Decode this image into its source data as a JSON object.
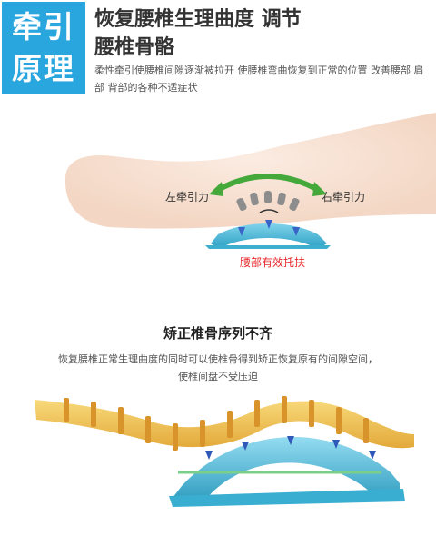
{
  "badge": {
    "line1": "牵引",
    "line2": "原理"
  },
  "header": {
    "title_line1": "恢复腰椎生理曲度 调节",
    "title_line2": "腰椎骨骼",
    "description": "柔性牵引使腰椎间隙逐渐被拉开 使腰椎弯曲恢复到正常的位置 改善腰部 肩部 背部的各种不适症状"
  },
  "diagram1": {
    "left_label": "左牵引力",
    "right_label": "右牵引力",
    "support_label": "腰部有效托扶",
    "arrow_color": "#45a83a",
    "support_color": "#e8262a",
    "device_color": "#3eaecf"
  },
  "section2": {
    "title": "矫正椎骨序列不齐",
    "description": "恢复腰椎正常生理曲度的同时可以使椎骨得到矫正恢复原有的间隙空间，使椎间盘不受压迫"
  }
}
